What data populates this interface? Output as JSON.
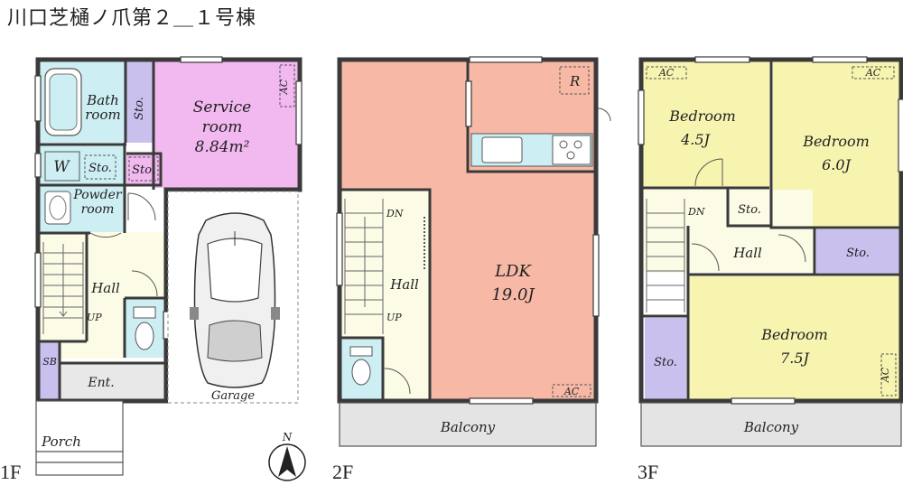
{
  "title": "川口芝樋ノ爪第２＿１号棟",
  "floors": {
    "f1": {
      "label": "1F",
      "rooms": {
        "bath": [
          "Bath",
          "room"
        ],
        "sto_bath": "Sto.",
        "service": [
          "Service",
          "room",
          "8.84m²"
        ],
        "ac_service": "AC",
        "w": "W",
        "sto_w": "Sto.",
        "sto_pink": "Sto.",
        "powder": [
          "Powder",
          "room"
        ],
        "hall": "Hall",
        "up": "UP",
        "sb": "SB",
        "ent": "Ent.",
        "garage": "Garage",
        "porch": "Porch"
      }
    },
    "f2": {
      "label": "2F",
      "rooms": {
        "r": "R",
        "ldk": [
          "LDK",
          "19.0J"
        ],
        "ac": "AC",
        "dn": "DN",
        "hall": "Hall",
        "up": "UP",
        "balcony": "Balcony"
      }
    },
    "f3": {
      "label": "3F",
      "rooms": {
        "bed1": [
          "Bedroom",
          "4.5J"
        ],
        "bed2": [
          "Bedroom",
          "6.0J"
        ],
        "bed3": [
          "Bedroom",
          "7.5J"
        ],
        "ac1": "AC",
        "ac2": "AC",
        "ac3": "AC",
        "dn": "DN",
        "sto1": "Sto.",
        "sto2": "Sto.",
        "sto3": "Sto.",
        "hall": "Hall",
        "balcony": "Balcony"
      }
    }
  },
  "compass": "N",
  "colors": {
    "wall": "#3a3a3a",
    "bath": "#cdeef3",
    "service": "#f2b8f0",
    "storage": "#c9c0ee",
    "hall": "#fbfbe6",
    "ldk": "#f7b9a6",
    "kitchen": "#f7b9a6",
    "bedroom": "#f7f4b0",
    "balcony": "#e4e4e4",
    "entrance": "#e8e8e8"
  }
}
